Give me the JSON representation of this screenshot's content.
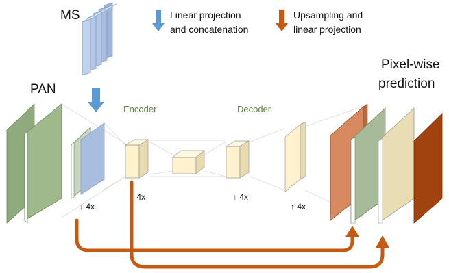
{
  "labels": {
    "ms": "MS",
    "pan": "PAN",
    "prediction_line1": "Pixel-wise",
    "prediction_line2": "prediction",
    "encoder": "Encoder",
    "decoder": "Decoder"
  },
  "legend": {
    "linear": {
      "line1": "Linear projection",
      "line2": "and concatenation",
      "color": "#5b9bd5"
    },
    "upsampling": {
      "line1": "Upsampling and",
      "line2": "linear projection",
      "color": "#c55a11"
    }
  },
  "scales": {
    "enc1": "↓ 4x",
    "enc2": "↓ 4x",
    "dec1": "↑ 4x",
    "dec2": "↑ 4x"
  },
  "colors": {
    "ms_blue": "#b4c7e7",
    "pan_green": "#8faa7c",
    "feature_cream": "#fff2cc",
    "skip_orange": "#c55a11",
    "output_brown": "#a0430f"
  }
}
